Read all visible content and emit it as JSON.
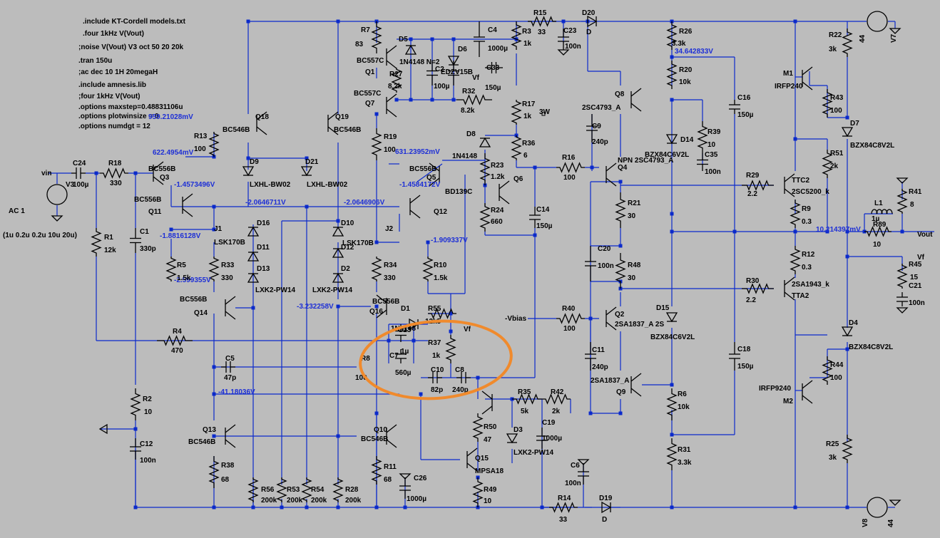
{
  "directives": [
    ".include KT-Cordell models.txt",
    ".four 1kHz V(Vout)",
    ";noise V(Vout) V3 oct 50 20 20k",
    ".tran 150u",
    ";ac dec 10 1H 20megaH",
    ".include amnesis.lib",
    ";four 1kHz V(Vout)",
    ".options maxstep=0.48831106u",
    ".options plotwinsize = 0",
    ".options numdgt = 12"
  ],
  "source_labels": [
    "vin",
    "V3",
    "AC 1",
    "(1u 0.2u 0.2u 10u 20u)"
  ],
  "voltages": [
    "959.21028mV",
    "622.4954mV",
    "-1.4573496V",
    "-2.0646711V",
    "-1.8816128V",
    "-2.599355V",
    "-3.232258V",
    "-41.18036V",
    "631.23952mV",
    "-1.4584172V",
    "-2.0646906V",
    "-1.909337V",
    "34.642833V",
    "10.214397mV"
  ],
  "net_labels": [
    "Vf",
    "-Vbias",
    "Vf",
    "Vout",
    "Vf",
    "3W"
  ],
  "supplies": [
    {
      "name": "V7",
      "value": "44"
    },
    {
      "name": "V8",
      "value": "44"
    }
  ],
  "components": [
    {
      "ref": "C24",
      "value": "100µ"
    },
    {
      "ref": "R18",
      "value": "330"
    },
    {
      "ref": "R1",
      "value": "12k"
    },
    {
      "ref": "C1",
      "value": "330p"
    },
    {
      "ref": "R2",
      "value": "10"
    },
    {
      "ref": "C12",
      "value": "100n"
    },
    {
      "ref": "R13",
      "value": "100"
    },
    {
      "ref": "Q18",
      "value": "BC546B"
    },
    {
      "ref": "Q19",
      "value": "BC546B"
    },
    {
      "ref": "Q3",
      "value": "BC556B"
    },
    {
      "ref": "Q11",
      "value": "BC556B"
    },
    {
      "ref": "R5",
      "value": "1.5k"
    },
    {
      "ref": "R33",
      "value": "330"
    },
    {
      "ref": "J1",
      "value": "LSK170B"
    },
    {
      "ref": "D9",
      "value": "LXHL-BW02"
    },
    {
      "ref": "D21",
      "value": "LXHL-BW02"
    },
    {
      "ref": "D16",
      "value": ""
    },
    {
      "ref": "D11",
      "value": ""
    },
    {
      "ref": "D13",
      "value": "LXK2-PW14"
    },
    {
      "ref": "D10",
      "value": ""
    },
    {
      "ref": "D12",
      "value": ""
    },
    {
      "ref": "D2",
      "value": "LXK2-PW14"
    },
    {
      "ref": "Q14",
      "value": "BC556B"
    },
    {
      "ref": "R4",
      "value": "470"
    },
    {
      "ref": "C5",
      "value": "47p"
    },
    {
      "ref": "R8",
      "value": "100"
    },
    {
      "ref": "Q13",
      "value": "BC546B"
    },
    {
      "ref": "R38",
      "value": "68"
    },
    {
      "ref": "R56",
      "value": "200k"
    },
    {
      "ref": "R53",
      "value": "200k"
    },
    {
      "ref": "R54",
      "value": "200k"
    },
    {
      "ref": "R28",
      "value": "200k"
    },
    {
      "ref": "R7",
      "value": "83"
    },
    {
      "ref": "Q1",
      "value": "BC557C"
    },
    {
      "ref": "Q7",
      "value": "BC557C"
    },
    {
      "ref": "D5",
      "value": "1N4148 N=2"
    },
    {
      "ref": "R27",
      "value": "8.2k"
    },
    {
      "ref": "D6",
      "value": "EDZV15B"
    },
    {
      "ref": "C2",
      "value": "100µ"
    },
    {
      "ref": "C4",
      "value": "1000µ"
    },
    {
      "ref": "C33",
      "value": "150µ"
    },
    {
      "ref": "R32",
      "value": "8.2k"
    },
    {
      "ref": "R19",
      "value": "100"
    },
    {
      "ref": "J2",
      "value": "LSK170B"
    },
    {
      "ref": "Q5",
      "value": "BC556B"
    },
    {
      "ref": "Q12",
      "value": "BD139C"
    },
    {
      "ref": "R34",
      "value": "330"
    },
    {
      "ref": "R10",
      "value": "1.5k"
    },
    {
      "ref": "Q16",
      "value": "BC556B"
    },
    {
      "ref": "D1",
      "value": "1N4148"
    },
    {
      "ref": "C13",
      "value": "1µ"
    },
    {
      "ref": "C7",
      "value": "560µ"
    },
    {
      "ref": "R55",
      "value": "12k5"
    },
    {
      "ref": "R37",
      "value": "1k"
    },
    {
      "ref": "C10",
      "value": "82p"
    },
    {
      "ref": "C8",
      "value": "240p"
    },
    {
      "ref": "Q10",
      "value": "BC546B"
    },
    {
      "ref": "R11",
      "value": "68"
    },
    {
      "ref": "C26",
      "value": "1000µ"
    },
    {
      "ref": "R15",
      "value": "33"
    },
    {
      "ref": "D20",
      "value": "D"
    },
    {
      "ref": "C23",
      "value": "100n"
    },
    {
      "ref": "R3",
      "value": "1k"
    },
    {
      "ref": "R17",
      "value": "1k"
    },
    {
      "ref": "D8",
      "value": "1N4148"
    },
    {
      "ref": "R23",
      "value": "1.2k"
    },
    {
      "ref": "R36",
      "value": "6"
    },
    {
      "ref": "Q6",
      "value": ""
    },
    {
      "ref": "R24",
      "value": "660"
    },
    {
      "ref": "C14",
      "value": "150µ"
    },
    {
      "ref": "R16",
      "value": "100"
    },
    {
      "ref": "R40",
      "value": "100"
    },
    {
      "ref": "Q15",
      "value": "MPSA18"
    },
    {
      "ref": "R35",
      "value": "5k"
    },
    {
      "ref": "R42",
      "value": "2k"
    },
    {
      "ref": "R50",
      "value": "47"
    },
    {
      "ref": "D3",
      "value": "LXK2-PW14"
    },
    {
      "ref": "C19",
      "value": "1000µ"
    },
    {
      "ref": "R49",
      "value": "10"
    },
    {
      "ref": "C6",
      "value": "100n"
    },
    {
      "ref": "R14",
      "value": "33"
    },
    {
      "ref": "D19",
      "value": "D"
    },
    {
      "ref": "Q8",
      "value": "2SC4793_A"
    },
    {
      "ref": "C9",
      "value": "240p"
    },
    {
      "ref": "Q4",
      "value": "NPN 2SC4793_A"
    },
    {
      "ref": "R21",
      "value": "30"
    },
    {
      "ref": "C20",
      "value": "100n"
    },
    {
      "ref": "R48",
      "value": "30"
    },
    {
      "ref": "Q2",
      "value": "2SA1837_A 2S"
    },
    {
      "ref": "C11",
      "value": "240p"
    },
    {
      "ref": "Q9",
      "value": "2SA1837_A"
    },
    {
      "ref": "R26",
      "value": "3.3k"
    },
    {
      "ref": "R20",
      "value": "10k"
    },
    {
      "ref": "D14",
      "value": "BZX84C6V2L"
    },
    {
      "ref": "R39",
      "value": "10"
    },
    {
      "ref": "C35",
      "value": "100n"
    },
    {
      "ref": "D15",
      "value": "BZX84C6V2L"
    },
    {
      "ref": "R6",
      "value": "10k"
    },
    {
      "ref": "R31",
      "value": "3.3k"
    },
    {
      "ref": "C16",
      "value": "150µ"
    },
    {
      "ref": "C18",
      "value": "150µ"
    },
    {
      "ref": "R29",
      "value": "2.2"
    },
    {
      "ref": "TTC2",
      "value": "2SC5200_k"
    },
    {
      "ref": "R9",
      "value": "0.3"
    },
    {
      "ref": "R12",
      "value": "0.3"
    },
    {
      "ref": "R30",
      "value": "2.2"
    },
    {
      "ref": "TTA2",
      "value": "2SA1943_k"
    },
    {
      "ref": "M1",
      "value": "IRFP240"
    },
    {
      "ref": "R43",
      "value": "100"
    },
    {
      "ref": "R22",
      "value": "3k"
    },
    {
      "ref": "D7",
      "value": "BZX84C8V2L"
    },
    {
      "ref": "R51",
      "value": "2k"
    },
    {
      "ref": "L1",
      "value": "1µ"
    },
    {
      "ref": "R89",
      "value": "10"
    },
    {
      "ref": "R41",
      "value": "8"
    },
    {
      "ref": "R45",
      "value": "15"
    },
    {
      "ref": "C21",
      "value": "100n"
    },
    {
      "ref": "D4",
      "value": "BZX84C8V2L"
    },
    {
      "ref": "M2",
      "value": "IRFP9240"
    },
    {
      "ref": "R44",
      "value": "100"
    },
    {
      "ref": "R25",
      "value": "3k"
    }
  ],
  "colors": {
    "background": "#bcbcbc",
    "wire": "#0b2acb",
    "component": "#000000",
    "voltage_text": "#1d2fd6",
    "highlight_ellipse": "#f08a2c"
  }
}
